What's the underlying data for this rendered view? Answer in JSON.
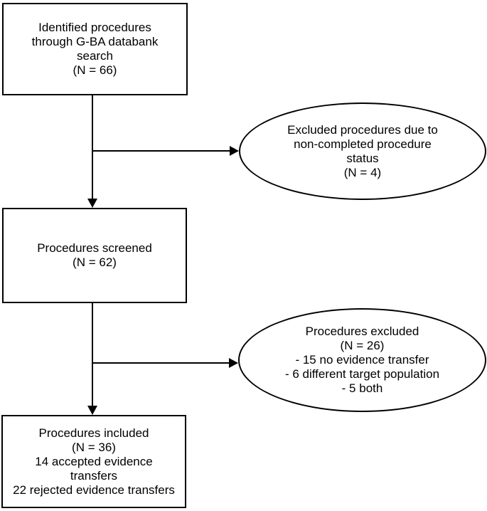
{
  "nodes": {
    "identified": {
      "shape": "rect",
      "lines": [
        "Identified procedures",
        "through G-BA databank",
        "search",
        "(N = 66)"
      ]
    },
    "excluded_status": {
      "shape": "ellipse",
      "lines": [
        "Excluded procedures due to",
        "non-completed procedure",
        "status",
        "(N = 4)"
      ]
    },
    "screened": {
      "shape": "rect",
      "lines": [
        "Procedures screened",
        "(N = 62)"
      ]
    },
    "excluded_reasons": {
      "shape": "ellipse",
      "lines": [
        "Procedures excluded",
        "(N = 26)",
        "- 15 no evidence transfer",
        "- 6 different target population",
        "- 5 both"
      ]
    },
    "included": {
      "shape": "rect",
      "lines": [
        "Procedures included",
        "(N = 36)",
        "14 accepted evidence",
        "transfers",
        "22 rejected evidence transfers"
      ]
    }
  },
  "colors": {
    "stroke": "#000000",
    "text": "#000000",
    "background": "#ffffff"
  }
}
